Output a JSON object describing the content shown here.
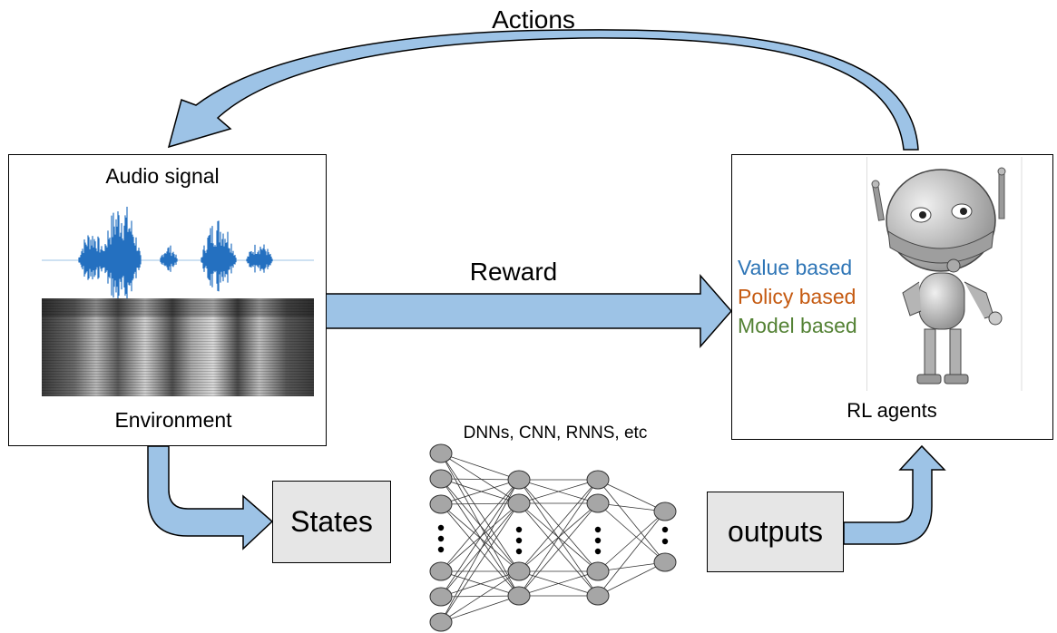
{
  "labels": {
    "actions": "Actions",
    "reward": "Reward",
    "audio_signal": "Audio signal",
    "environment": "Environment",
    "rl_agents": "RL agents",
    "states": "States",
    "outputs": "outputs",
    "networks": "DNNs, CNN, RNNS, etc"
  },
  "agent_types": [
    {
      "label": "Value based",
      "color": "#2e75b6"
    },
    {
      "label": "Policy based",
      "color": "#c55a11"
    },
    {
      "label": "Model based",
      "color": "#548235"
    }
  ],
  "colors": {
    "arrow_fill": "#9dc3e6",
    "neuron_fill": "#a6a6a6",
    "waveform": "#2470c0"
  }
}
